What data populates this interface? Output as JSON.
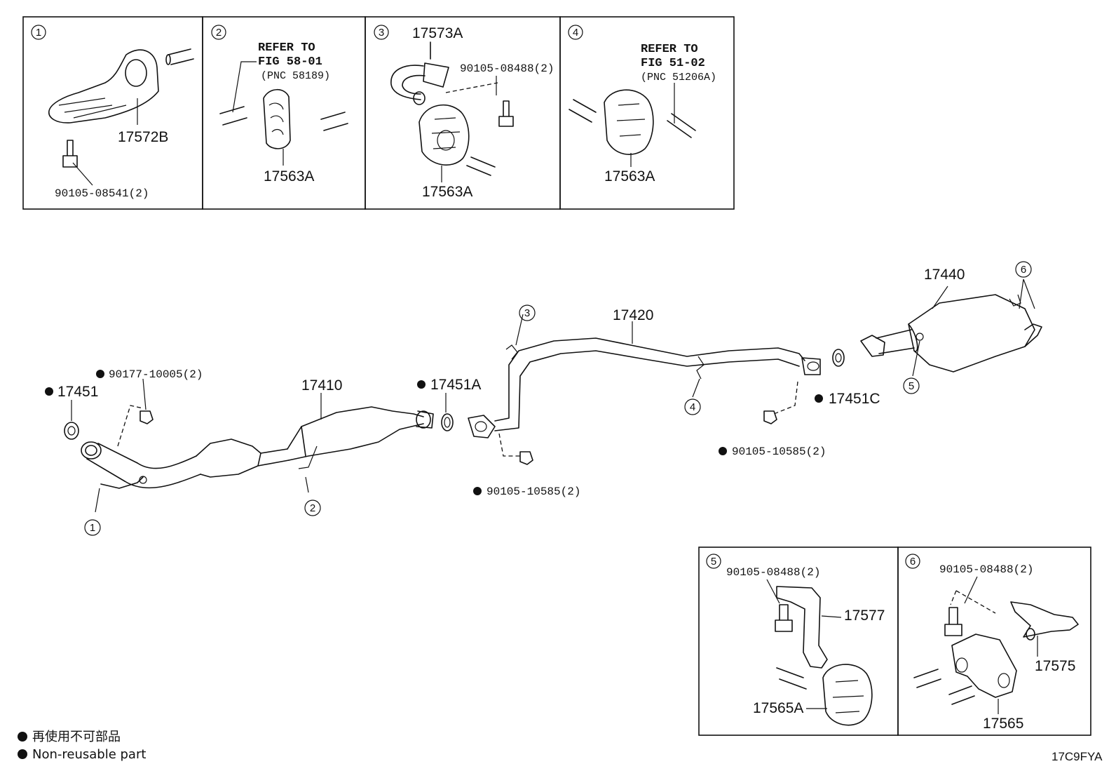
{
  "boxes": [
    {
      "num": "1",
      "refer": "",
      "fig": "",
      "pnc": "",
      "parts": [
        "17572B",
        "90105-08541(2)"
      ]
    },
    {
      "num": "2",
      "refer": "REFER TO",
      "fig": "FIG 58-01",
      "pnc": "(PNC 58189)",
      "parts": [
        "17563A"
      ]
    },
    {
      "num": "3",
      "refer": "",
      "fig": "",
      "pnc": "",
      "parts": [
        "17573A",
        "90105-08488(2)",
        "17563A"
      ]
    },
    {
      "num": "4",
      "refer": "REFER TO",
      "fig": "FIG 51-02",
      "pnc": "(PNC 51206A)",
      "parts": [
        "17563A"
      ]
    },
    {
      "num": "5",
      "refer": "",
      "fig": "",
      "pnc": "",
      "parts": [
        "90105-08488(2)",
        "17577",
        "17565A"
      ]
    },
    {
      "num": "6",
      "refer": "",
      "fig": "",
      "pnc": "",
      "parts": [
        "90105-08488(2)",
        "17575",
        "17565"
      ]
    }
  ],
  "main_labels": {
    "p17451": "17451",
    "p90177": "90177-10005(2)",
    "p17410": "17410",
    "p17451A": "17451A",
    "p17420": "17420",
    "p17440": "17440",
    "p17451C": "17451C",
    "p90105a": "90105-10585(2)",
    "p90105b": "90105-10585(2)"
  },
  "callouts": [
    "1",
    "2",
    "3",
    "4",
    "5",
    "6"
  ],
  "legend": {
    "jp": "再使用不可部品",
    "en": "Non-reusable part"
  },
  "diagram_code": "17C9FYA"
}
